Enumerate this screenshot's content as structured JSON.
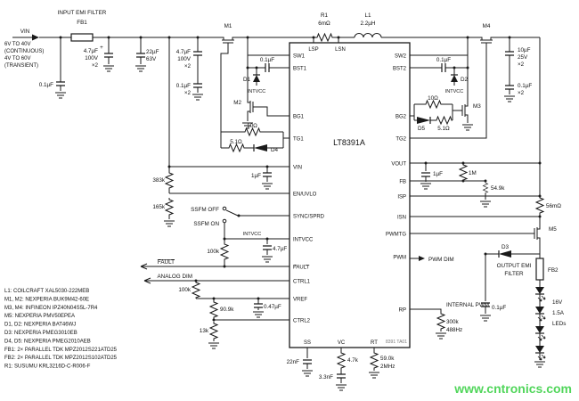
{
  "watermark": "www.cntronics.com",
  "input": {
    "emi_title": "INPUT EMI FILTER",
    "fb1": "FB1",
    "vin": "VIN",
    "range": [
      "6V TO 40V",
      "(CONTINUOUS)",
      "4V TO 60V",
      "(TRANSIENT)"
    ],
    "c_bulk": {
      "value": "4.7µF",
      "rating": "100V",
      "qty": "×2",
      "polarity": "+"
    },
    "c_bulk2": {
      "value": "22µF",
      "rating": "63V"
    },
    "c_hf": "0.1µF",
    "c_local": {
      "value": "4.7µF",
      "rating": "100V",
      "qty": "×2"
    },
    "c_local2": {
      "value": "0.1µF",
      "qty": "×2"
    }
  },
  "power": {
    "m1": "M1",
    "m2": "M2",
    "m3": "M3",
    "m4": "M4",
    "m5": "M5",
    "r1": "R1",
    "r1_value": "6mΩ",
    "l1": "L1",
    "l1_value": "2.2µH",
    "r_sense": "56mΩ"
  },
  "boot_left": {
    "cap": "0.1µF",
    "d": "D1",
    "rail": "INTVCC"
  },
  "boot_right": {
    "cap": "0.1µF",
    "d": "D2",
    "rail": "INTVCC"
  },
  "gate_left": {
    "r_top": "10Ω",
    "r_bot": "5.1Ω",
    "d": "D4"
  },
  "gate_right": {
    "r_top": "10Ω",
    "r_bot": "5.1Ω",
    "d": "D5"
  },
  "ic": {
    "name": "LT8391A",
    "code": "8391 TA01",
    "pins_left": [
      "SW1",
      "BST1",
      "BG1",
      "TG1",
      "VIN",
      "EN/UVLO",
      "SYNC/SPRD",
      "INTVCC",
      "FAULT",
      "CTRL1",
      "VREF",
      "CTRL2"
    ],
    "pins_top": [
      "LSP",
      "LSN"
    ],
    "pins_right": [
      "SW2",
      "BST2",
      "BG2",
      "TG2",
      "VOUT",
      "FB",
      "ISP",
      "ISN",
      "PWMTG",
      "PWM",
      "RP"
    ],
    "pins_bottom": [
      "SS",
      "VC",
      "RT"
    ]
  },
  "en_divider": {
    "r_top": "383k",
    "r_bot": "165k"
  },
  "vin_bypass": "1µF",
  "sync": {
    "off": "SSFM OFF",
    "on": "SSFM ON"
  },
  "intvcc": {
    "label": "INTVCC",
    "cap": "4.7µF",
    "pullup": "100k"
  },
  "fault_label": "FAULT",
  "ctrl": {
    "analog_dim": "ANALOG DIM",
    "r_100k": "100k",
    "r_909": "90.9k",
    "c_ref": "0.47µF",
    "r_13k": "13k"
  },
  "fb_div": {
    "cap": "1µF",
    "r_top": "1M",
    "r_bot": "54.9k"
  },
  "out_caps": {
    "c1": "10µF",
    "c1_rating": "25V",
    "c1_qty": "×2",
    "c2": "0.1µF",
    "c2_qty": "×2"
  },
  "pwm": {
    "dim": "PWM DIM",
    "internal": "INTERNAL PWM",
    "rp": "300k",
    "rp_freq": "488Hz"
  },
  "comp": {
    "ss": "22nF",
    "vc_r": "4.7k",
    "vc_c": "3.3nF",
    "rt": "59.0k",
    "rt_freq": "2MHz"
  },
  "output": {
    "d3": "D3",
    "fb2": "FB2",
    "emi_line1": "OUTPUT EMI",
    "emi_line2": "FILTER",
    "cap": "0.1µF",
    "led_v": "16V",
    "led_i": "1.5A",
    "led_label": "LEDs"
  },
  "parts": [
    "L1: COILCRAFT XAL5030-222MEB",
    "M1, M2: NEXPERIA BUK9M42-60E",
    "M3, M4: INFINEON IPZ40N04S5L-7R4",
    "M5: NEXPERIA PMV50EPEA",
    "D1, D2: NEXPERIA BAT46WJ",
    "D3: NEXPERIA PMEG3010EB",
    "D4, D5: NEXPERIA PMEG2010AEB",
    "FB1: 2× PARALLEL TDK MPZ2012S221ATD25",
    "FB2: 2× PARALLEL TDK MPZ2012S102ATD25",
    "R1: SUSUMU KRL3216D-C-R006-F"
  ]
}
